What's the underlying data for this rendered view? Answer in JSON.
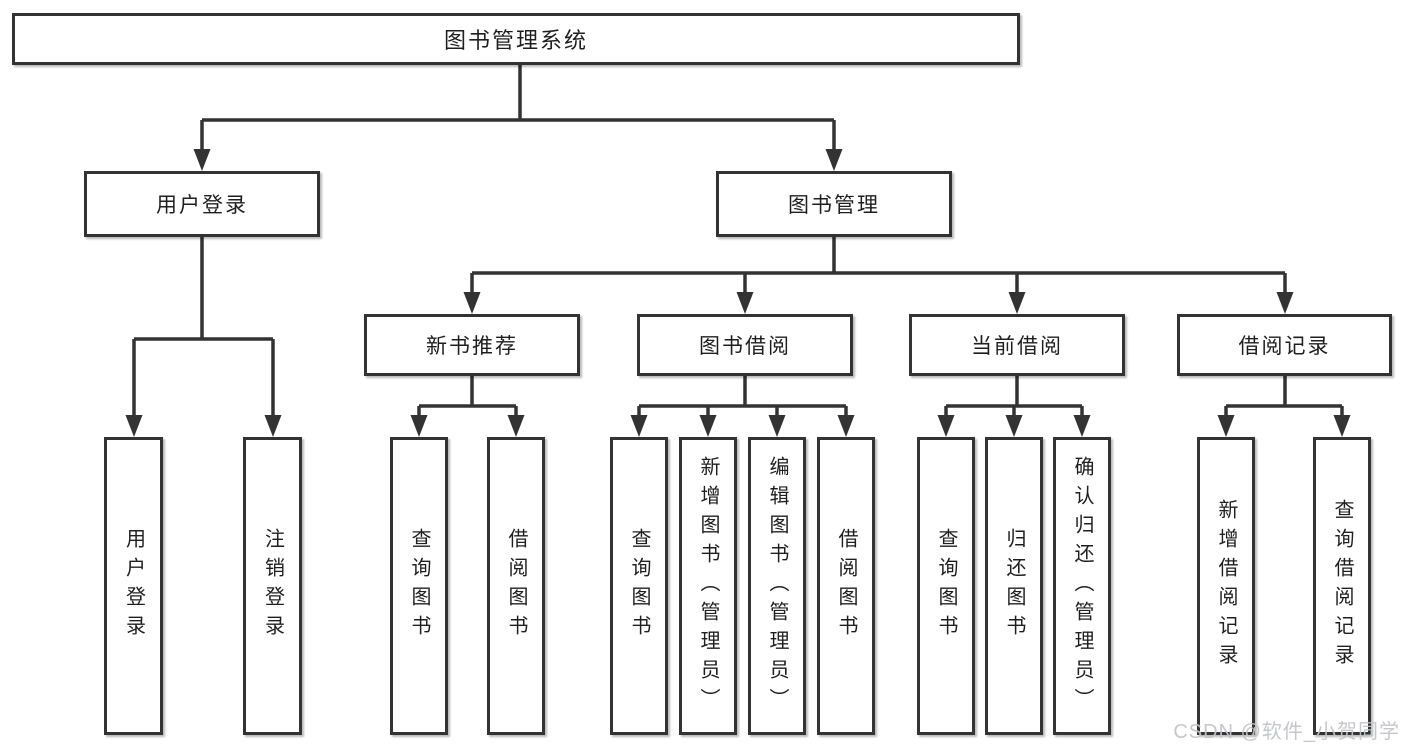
{
  "diagram": {
    "root_label": "图书管理系统",
    "level2": {
      "user_login": "用户登录",
      "book_management": "图书管理"
    },
    "level3": {
      "new_book_recommend": "新书推荐",
      "book_borrowing": "图书借阅",
      "current_borrowing": "当前借阅",
      "borrow_records": "借阅记录"
    },
    "leaves": {
      "user_login": {
        "login": "用户登录",
        "logout": "注销登录"
      },
      "new_book_recommend": {
        "query_books": "查询图书",
        "borrow_books": "借阅图书"
      },
      "book_borrowing": {
        "query_books": "查询图书",
        "add_books_admin": "新增图书（管理员）",
        "edit_books_admin": "编辑图书（管理员）",
        "borrow_books": "借阅图书"
      },
      "current_borrowing": {
        "query_books": "查询图书",
        "return_books": "归还图书",
        "confirm_return_admin": "确认归还（管理员）"
      },
      "borrow_records": {
        "add_borrow_record": "新增借阅记录",
        "query_borrow_record": "查询借阅记录"
      }
    }
  },
  "watermark": {
    "text": "CSDN @软件_小贺同学"
  },
  "colors": {
    "background": "#ffffff",
    "box_bg": "#ffffff",
    "box_border": "#333333",
    "line": "#333333",
    "text": "#1f1f1f",
    "watermark": "#c3c4c8"
  }
}
